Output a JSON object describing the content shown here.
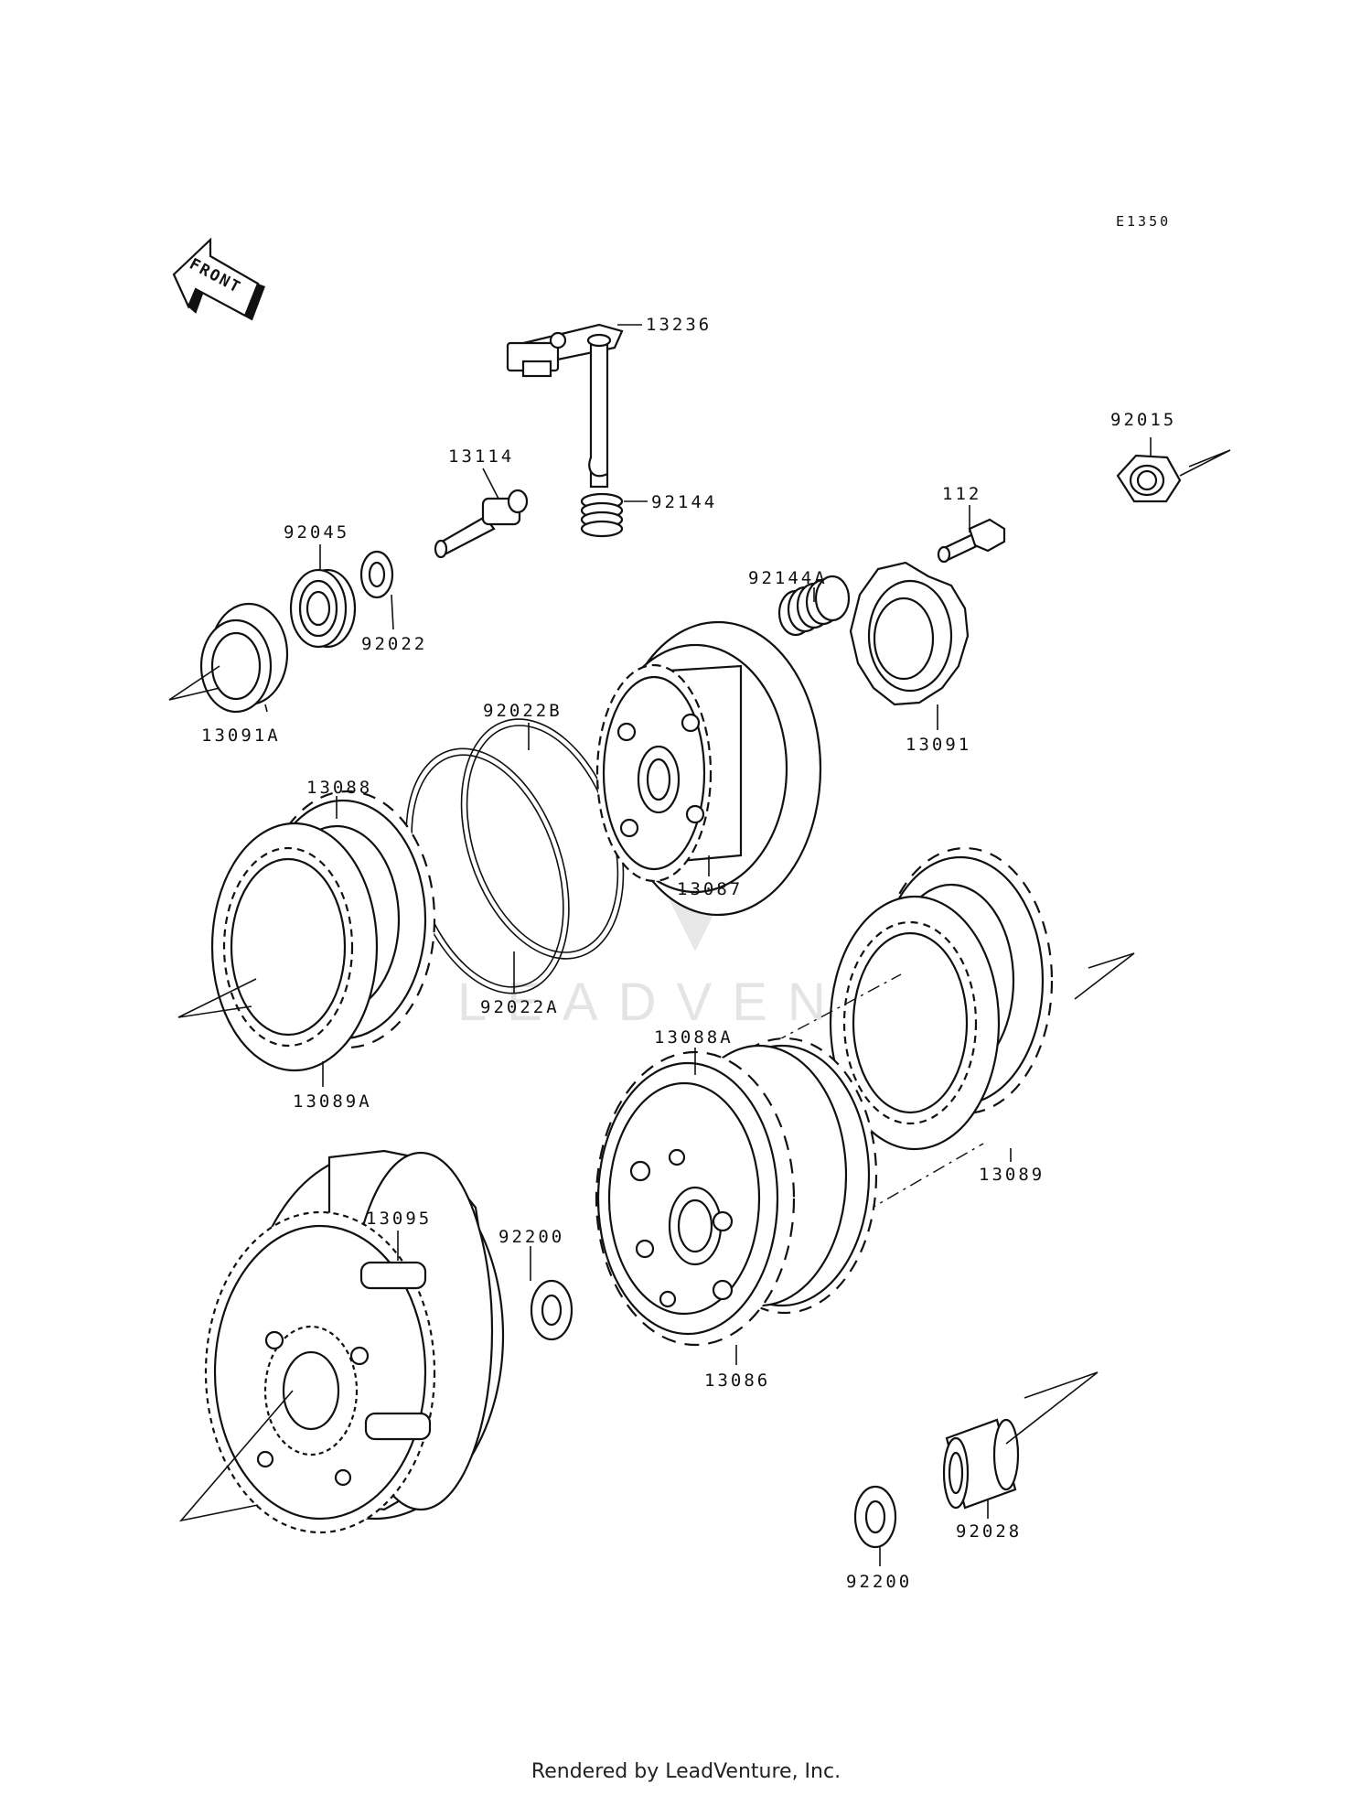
{
  "diagram_code": "E1350",
  "front_label": "FRONT",
  "watermark": "LEADVENTURE",
  "footer": "Rendered by LeadVenture, Inc.",
  "parts": {
    "p13236": "13236",
    "p13114": "13114",
    "p92144": "92144",
    "p92015": "92015",
    "p92045": "92045",
    "p112": "112",
    "p92022": "92022",
    "p92144A": "92144A",
    "p13091A": "13091A",
    "p92022B": "92022B",
    "p13091": "13091",
    "p13088": "13088",
    "p13087": "13087",
    "p92022A": "92022A",
    "p13089A": "13089A",
    "p13088A": "13088A",
    "p13095": "13095",
    "p92200a": "92200",
    "p13089": "13089",
    "p13086": "13086",
    "p92028": "92028",
    "p92200b": "92200"
  }
}
